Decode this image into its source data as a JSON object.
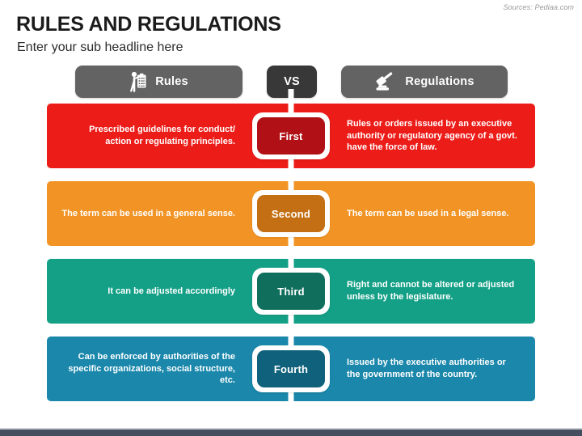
{
  "source_credit": "Sources: Pediaa.com",
  "header": {
    "title": "RULES AND REGULATIONS",
    "subtitle": "Enter your sub headline here",
    "buttons": [
      {
        "id": "rules",
        "label": "Rules",
        "icon": "person-with-clipboard-icon"
      },
      {
        "id": "vs",
        "label": "VS",
        "icon": ""
      },
      {
        "id": "regulations",
        "label": "Regulations",
        "icon": "gavel-icon"
      }
    ]
  },
  "comparison": {
    "rows": [
      {
        "badge": "First",
        "color": "#ec1c18",
        "badge_color": "#b01016",
        "left": "Prescribed guidelines for conduct/ action or regulating principles.",
        "right": "Rules or orders issued by an executive authority or regulatory agency of a govt. have the force of law."
      },
      {
        "badge": "Second",
        "color": "#f29425",
        "badge_color": "#c46f13",
        "left": "The term can be used in a general sense.",
        "right": "The term can be used in a legal sense."
      },
      {
        "badge": "Third",
        "color": "#14a086",
        "badge_color": "#0f6e5c",
        "left": "It can be adjusted accordingly",
        "right": "Right and cannot be altered or adjusted unless by the legislature."
      },
      {
        "badge": "Fourth",
        "color": "#1a87ab",
        "badge_color": "#10627c",
        "left": "Can be enforced by authorities of the specific organizations, social structure, etc.",
        "right": "Issued by the executive authorities or the government of the country."
      }
    ]
  },
  "colors": {
    "pill": "#636363",
    "pill_vs": "#383838",
    "bottom_bar": "#454e5e",
    "title": "#1b1b1b",
    "source": "#9a9a9a"
  }
}
